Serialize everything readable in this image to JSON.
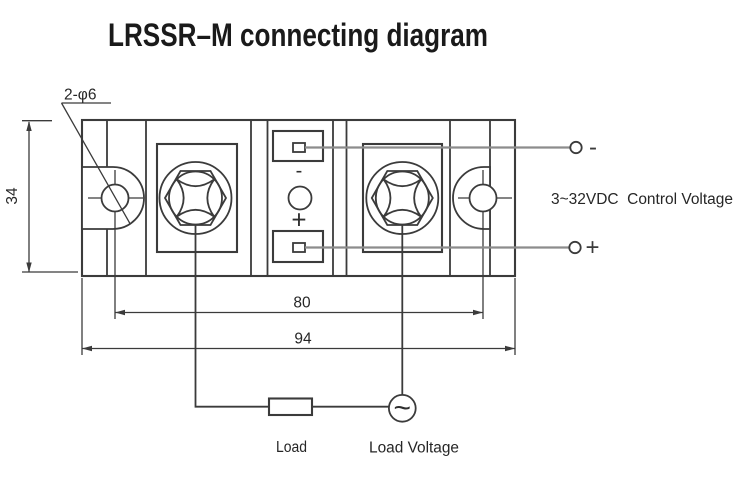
{
  "title": "LRSSR–M connecting diagram",
  "annotations": {
    "mounting_hole_callout": "2-φ6",
    "height_dim_mm": "34",
    "hole_spacing_dim_mm": "80",
    "width_dim_mm": "94",
    "control_minus_mark": "-",
    "control_plus_mark": "+",
    "wire_minus_mark": "-",
    "wire_plus_mark": "+",
    "control_voltage_note": "3~32VDC  Control Voltage",
    "load_label": "Load",
    "load_voltage_label": "Load Voltage",
    "ac_source_symbol": "~"
  },
  "colors": {
    "drawing_line": "#3b3b3b",
    "control_wire": "#8c8c8c",
    "text": "#262626",
    "background": "#ffffff"
  }
}
